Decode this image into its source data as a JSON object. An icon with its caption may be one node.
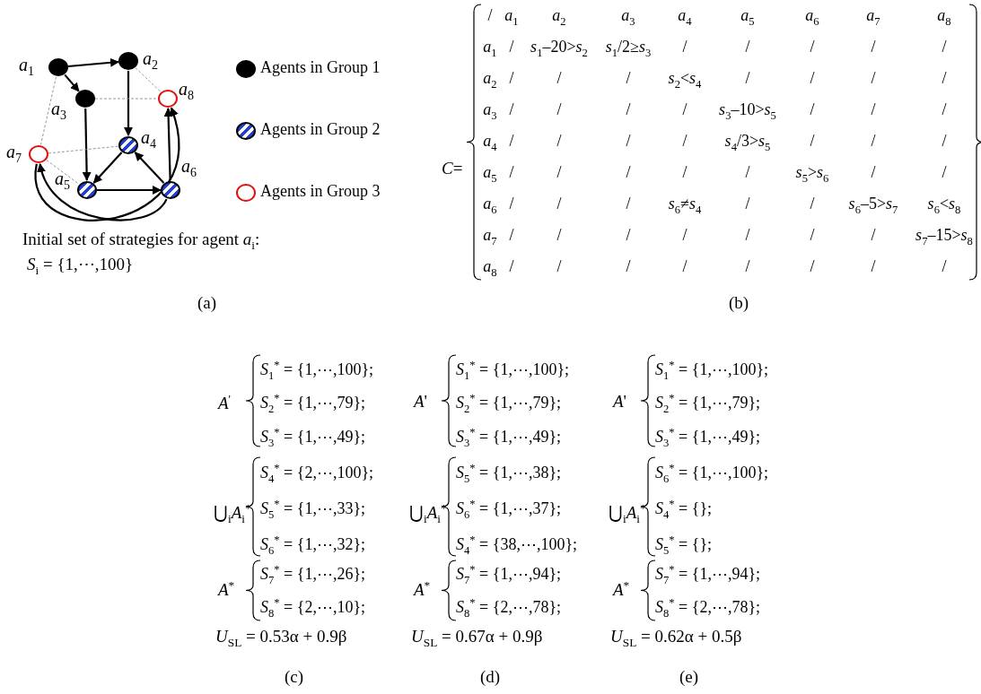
{
  "diagram": {
    "nodes": [
      {
        "text": [],
        "shape": "circle",
        "beside": [
          "*a*$_{1}$"
        ]
      },
      {
        "text": [],
        "shape": "circle",
        "beside": [
          "*a*$_{2}$"
        ]
      },
      {
        "text": [],
        "shape": "circle",
        "beside": [
          "*a*$_{3}$"
        ]
      },
      {
        "text": [],
        "shape": "circle",
        "beside": [
          "*a*$_{4}$"
        ]
      },
      {
        "text": [],
        "shape": "circle",
        "beside": [
          "*a*$_{5}$"
        ]
      },
      {
        "text": [],
        "shape": "circle",
        "beside": [
          "*a*$_{6}$"
        ]
      },
      {
        "text": [],
        "shape": "circle",
        "beside": [
          "*a*$_{7}$"
        ]
      },
      {
        "text": [],
        "shape": "circle",
        "beside": [
          "*a*$_{8}$"
        ]
      }
    ],
    "edges": [
      {
        "from": 0,
        "to": 1,
        "arrow": "to"
      },
      {
        "from": 0,
        "to": 2,
        "arrow": "to"
      },
      {
        "from": 1,
        "to": 3,
        "arrow": "to"
      },
      {
        "from": 2,
        "to": 4,
        "arrow": "to"
      },
      {
        "from": 3,
        "to": 4,
        "arrow": "to"
      },
      {
        "from": 4,
        "to": 5,
        "arrow": "to"
      },
      {
        "from": 5,
        "to": 3,
        "arrow": "to"
      },
      {
        "from": 5,
        "to": 7,
        "arrow": "to"
      },
      {
        "from": 5,
        "to": 6,
        "arrow": "to"
      },
      {
        "from": 6,
        "to": 7,
        "arrow": "to"
      },
      {
        "from": 0,
        "to": 6,
        "arrow": "none",
        "style": "dashed",
        "color": "#999999"
      },
      {
        "from": 1,
        "to": 7,
        "arrow": "none",
        "style": "dashed",
        "color": "#999999"
      },
      {
        "from": 2,
        "to": 7,
        "arrow": "none",
        "style": "dashed",
        "color": "#999999"
      },
      {
        "from": 6,
        "to": 3,
        "arrow": "none",
        "style": "dashed",
        "color": "#999999"
      },
      {
        "from": 6,
        "to": 4,
        "arrow": "none",
        "style": "dashed",
        "color": "#999999"
      }
    ],
    "labels": [
      "Initial set of strategies for agent *a*$_{i}$:",
      "*S*$_{i}$ = {1,⋯,100}",
      "(a)",
      "*C*=",
      "/",
      "*a*$_{1}$",
      "*a*$_{2}$",
      "*a*$_{3}$",
      "*a*$_{4}$",
      "*a*$_{5}$",
      "*a*$_{6}$",
      "*a*$_{7}$",
      "*a*$_{8}$",
      "*a*$_{1}$",
      "/",
      "*s*$_{1}$–20>*s*$_{2}$",
      "*s*$_{1}$/2≥*s*$_{3}$",
      "/",
      "/",
      "/",
      "/",
      "/",
      "*a*$_{2}$",
      "/",
      "/",
      "/",
      "*s*$_{2}$<*s*$_{4}$",
      "/",
      "/",
      "/",
      "/",
      "*a*$_{3}$",
      "/",
      "/",
      "/",
      "/",
      "*s*$_{3}$–10>*s*$_{5}$",
      "/",
      "/",
      "/",
      "*a*$_{4}$",
      "/",
      "/",
      "/",
      "/",
      "*s*$_{4}$/3>*s*$_{5}$",
      "/",
      "/",
      "/",
      "*a*$_{5}$",
      "/",
      "/",
      "/",
      "/",
      "/",
      "*s*$_{5}$>*s*$_{6}$",
      "/",
      "/",
      "*a*$_{6}$",
      "/",
      "/",
      "/",
      "*s*$_{6}$≠*s*$_{4}$",
      "/",
      "/",
      "*s*$_{6}$–5>*s*$_{7}$",
      "*s*$_{6}$<*s*$_{8}$",
      "*a*$_{7}$",
      "/",
      "/",
      "/",
      "/",
      "/",
      "/",
      "/",
      "*s*$_{7}$–15>*s*$_{8}$",
      "*a*$_{8}$",
      "/",
      "/",
      "/",
      "/",
      "/",
      "/",
      "/",
      "/",
      "(b)",
      "*A*$^{'}$",
      "*S*$_{1}$$^{*}$ = {1,⋯,100};",
      "*S*$_{2}$$^{*}$ = {1,⋯,79};",
      "*S*$_{3}$$^{*}$ = {1,⋯,49};",
      "⋃$_{i}$*A*$_{i}$$^{*}$",
      "*S*$_{4}$$^{*}$ = {2,⋯,100};",
      "*S*$_{5}$$^{*}$ = {1,⋯,33};",
      "*S*$_{6}$$^{*}$ = {1,⋯,32};",
      "*A*$^{*}$",
      "*S*$_{7}$$^{*}$ = {1,⋯,26};",
      "*S*$_{8}$$^{*}$ = {2,⋯,10};",
      "*U*$_{SL}$ = 0.53α + 0.9β",
      "(c)",
      "*A*'",
      "*S*$_{1}$$^{*}$ = {1,⋯,100};",
      "*S*$_{2}$$^{*}$ = {1,⋯,79};",
      "*S*$_{3}$$^{*}$ = {1,⋯,49};",
      "⋃$_{i}$*A*$_{i}$$^{*}$",
      "*S*$_{5}$$^{*}$ = {1,⋯,38};",
      "*S*$_{6}$$^{*}$ = {1,⋯,37};",
      "*S*$_{4}$$^{*}$ = {38,⋯,100};",
      "*A*$^{*}$",
      "*S*$_{7}$$^{*}$ = {1,⋯,94};",
      "*S*$_{8}$$^{*}$ = {2,⋯,78};",
      "*U*$_{SL}$ = 0.67α + 0.9β",
      "(d)",
      "*A*'",
      "*S*$_{1}$$^{*}$ = {1,⋯,100};",
      "*S*$_{2}$$^{*}$ = {1,⋯,79};",
      "*S*$_{3}$$^{*}$ = {1,⋯,49};",
      "⋃$_{i}$*A*$_{i}$$^{*}$",
      "*S*$_{6}$$^{*}$ = {1,⋯,100};",
      "*S*$_{4}$$^{*}$ = {};",
      "*S*$_{5}$$^{*}$ = {};",
      "*A*$^{*}$",
      "*S*$_{7}$$^{*}$ = {1,⋯,94};",
      "*S*$_{8}$$^{*}$ = {2,⋯,78};",
      "*U*$_{SL}$ = 0.62α + 0.5β",
      "(e)"
    ],
    "legend": [
      {
        "text": "Agents in Group 1"
      },
      {
        "text": "Agents in Group 2"
      },
      {
        "text": "Agents in Group 3"
      }
    ]
  }
}
